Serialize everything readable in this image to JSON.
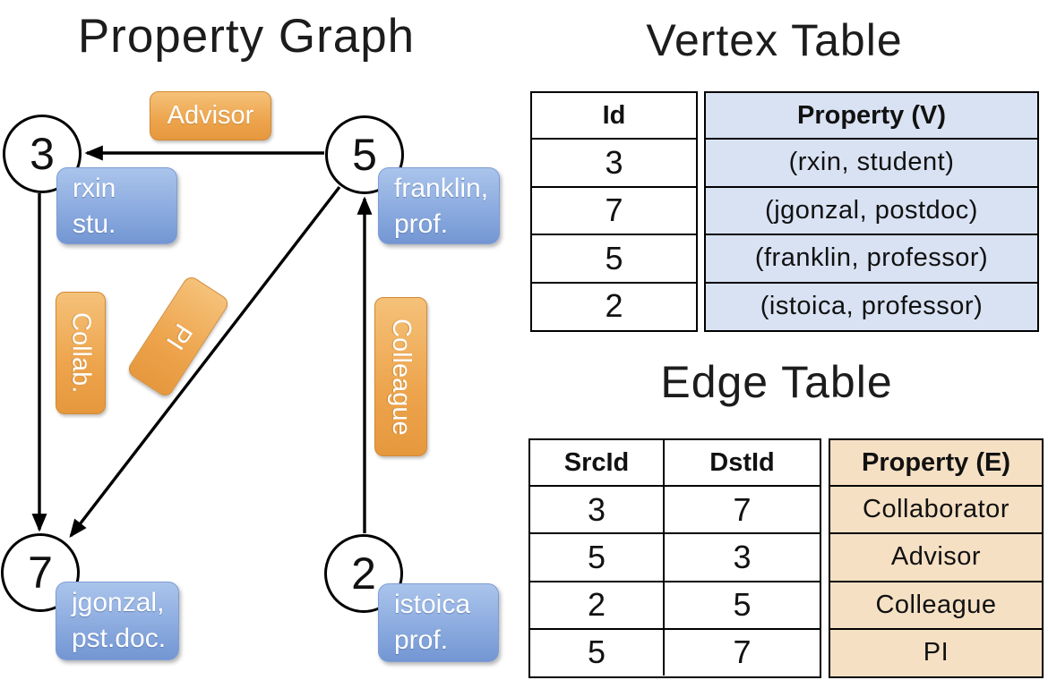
{
  "graph": {
    "title": "Property Graph",
    "nodes": {
      "n3": "3",
      "n5": "5",
      "n7": "7",
      "n2": "2"
    },
    "edge_labels": {
      "advisor": "Advisor",
      "collab": "Collab.",
      "pi": "PI",
      "colleague": "Colleague"
    },
    "vertex_props": {
      "rxin": {
        "line1": "rxin",
        "line2": "stu."
      },
      "franklin": {
        "line1": "franklin,",
        "line2": "prof."
      },
      "jgonzal": {
        "line1": "jgonzal,",
        "line2": "pst.doc."
      },
      "istoica": {
        "line1": "istoica",
        "line2": "prof."
      }
    }
  },
  "vertex_table": {
    "title": "Vertex Table",
    "headers": {
      "id": "Id",
      "property": "Property (V)"
    },
    "rows": [
      {
        "id": "3",
        "property": "(rxin, student)"
      },
      {
        "id": "7",
        "property": "(jgonzal, postdoc)"
      },
      {
        "id": "5",
        "property": "(franklin, professor)"
      },
      {
        "id": "2",
        "property": "(istoica, professor)"
      }
    ]
  },
  "edge_table": {
    "title": "Edge Table",
    "headers": {
      "src": "SrcId",
      "dst": "DstId",
      "property": "Property (E)"
    },
    "rows": [
      {
        "src": "3",
        "dst": "7",
        "property": "Collaborator"
      },
      {
        "src": "5",
        "dst": "3",
        "property": "Advisor"
      },
      {
        "src": "2",
        "dst": "5",
        "property": "Colleague"
      },
      {
        "src": "5",
        "dst": "7",
        "property": "PI"
      }
    ]
  },
  "colors": {
    "edge_label_top": "#f5c179",
    "edge_label_bottom": "#e6983e",
    "vertex_prop_top": "#aac4eb",
    "vertex_prop_bottom": "#7396d3",
    "vertex_table_fill": "#d9e2f3",
    "edge_table_fill": "#f6e0c4",
    "line": "#000000"
  }
}
